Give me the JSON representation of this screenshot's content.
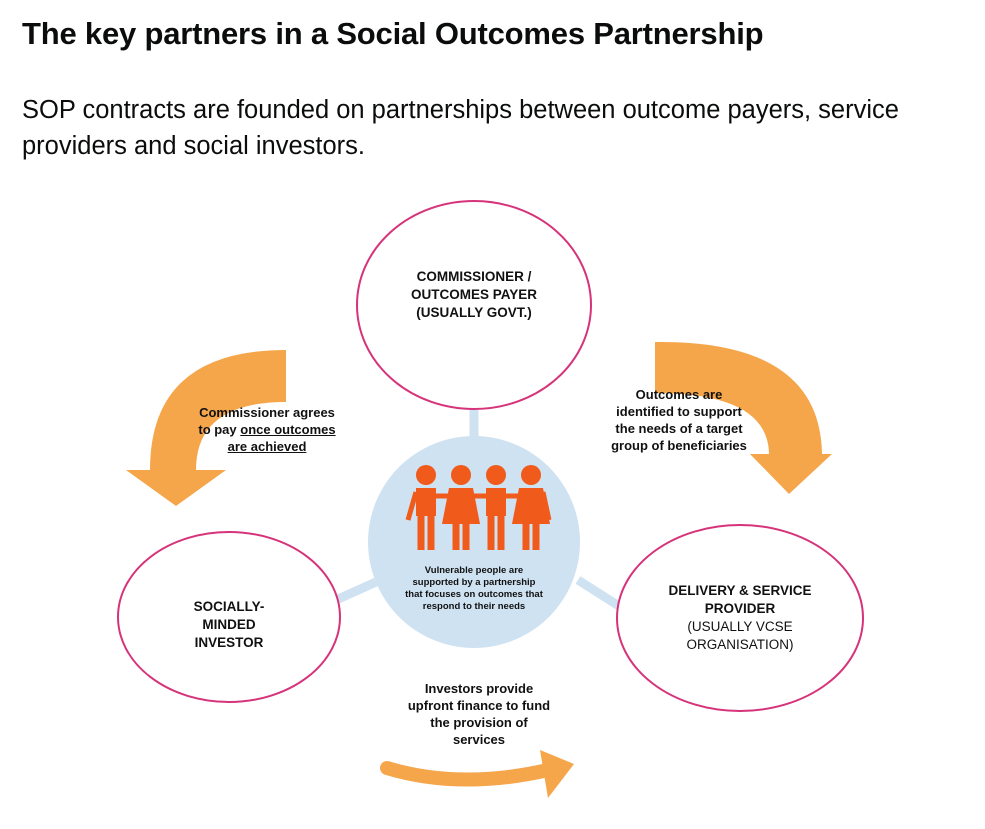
{
  "heading": "The key partners in a Social Outcomes Partnership",
  "intro": {
    "line1": "SOP contracts are founded on partnerships between outcome payers, service",
    "line2": "providers and social investors."
  },
  "colors": {
    "circle_stroke": "#d6337a",
    "center_fill": "#cfe2f2",
    "arrow": "#f5a64a",
    "people": "#f05a1a",
    "connector": "#cfe2f2"
  },
  "icons": {
    "people": "people-group-icon"
  },
  "diagram": {
    "commissioner": {
      "line1": "COMMISSIONER /",
      "line2": "OUTCOMES PAYER",
      "line3": "(USUALLY GOVT.)"
    },
    "investor": {
      "line1": "SOCIALLY-",
      "line2": "MINDED",
      "line3": "INVESTOR"
    },
    "provider": {
      "line1": "DELIVERY & SERVICE",
      "line2": "PROVIDER",
      "line3": "(USUALLY VCSE",
      "line4": "ORGANISATION)"
    },
    "center": {
      "line1": "Vulnerable people are",
      "line2": "supported by a partnership",
      "line3": "that focuses on outcomes that",
      "line4": "respond to their needs"
    },
    "left_arrow": {
      "line1": "Commissioner agrees",
      "line2a": "to pay ",
      "line2b": "once outcomes",
      "line3": "are achieved"
    },
    "right_arrow": {
      "line1": "Outcomes are",
      "line2": "identified to support",
      "line3": "the needs of a target",
      "line4": "group of beneficiaries"
    },
    "bottom_arrow": {
      "line1": "Investors provide",
      "line2": "upfront finance to fund",
      "line3": "the provision of",
      "line4": "services"
    }
  }
}
